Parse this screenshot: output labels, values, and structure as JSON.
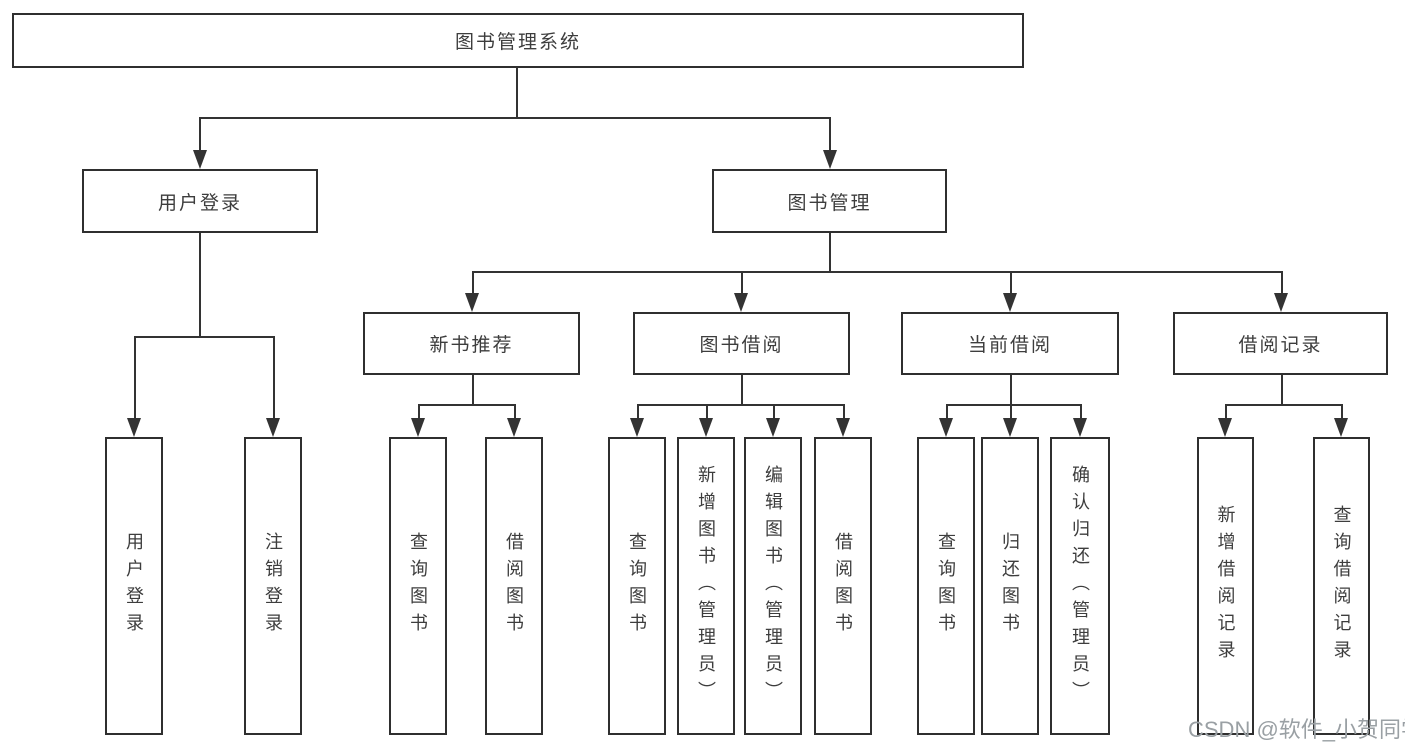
{
  "root": {
    "label": "图书管理系统"
  },
  "branches": [
    {
      "label": "用户登录",
      "leaves": [
        {
          "label": "用户登录"
        },
        {
          "label": "注销登录"
        }
      ]
    },
    {
      "label": "图书管理",
      "sections": [
        {
          "label": "新书推荐",
          "leaves": [
            {
              "label": "查询图书"
            },
            {
              "label": "借阅图书"
            }
          ]
        },
        {
          "label": "图书借阅",
          "leaves": [
            {
              "label": "查询图书"
            },
            {
              "label": "新增图书（管理员）"
            },
            {
              "label": "编辑图书（管理员）"
            },
            {
              "label": "借阅图书"
            }
          ]
        },
        {
          "label": "当前借阅",
          "leaves": [
            {
              "label": "查询图书"
            },
            {
              "label": "归还图书"
            },
            {
              "label": "确认归还（管理员）"
            }
          ]
        },
        {
          "label": "借阅记录",
          "leaves": [
            {
              "label": "新增借阅记录"
            },
            {
              "label": "查询借阅记录"
            }
          ]
        }
      ]
    }
  ],
  "watermark": "CSDN @软件_小贺同学",
  "colors": {
    "line": "#333333",
    "border": "#2f2f2f",
    "text": "#3d3d3d",
    "watermark": "#9aa0a4",
    "background": "#ffffff"
  }
}
